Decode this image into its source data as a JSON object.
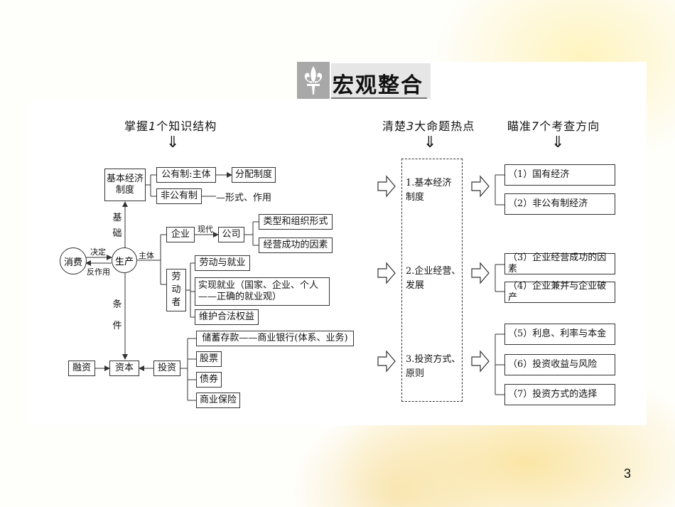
{
  "title": "宏观整合",
  "page_number": "3",
  "headers": {
    "structure": {
      "pre": "掌握",
      "num": "1",
      "post": "个知识结构"
    },
    "hotspots": {
      "pre": "清楚",
      "num": "3",
      "post": "大命题热点"
    },
    "directions": {
      "pre": "瞄准",
      "num": "7",
      "post": "个考查方向"
    },
    "down_arrow": "⇓"
  },
  "map": {
    "basic_system": "基本经济\n制度",
    "public": "公有制:主体",
    "distribution": "分配制度",
    "non_public": "非公有制",
    "forms_roles": "形式、作用",
    "consumption": "消费",
    "production": "生产",
    "decides": "决定",
    "reacts": "反作用",
    "basis": [
      "基",
      "础"
    ],
    "main_body": "主体",
    "condition": [
      "条",
      "件"
    ],
    "enterprise": "企业",
    "modern": "现代",
    "company": "公司",
    "types_forms": "类型和组织形式",
    "success_factors": "经营成功的因素",
    "laborer": [
      "劳",
      "动",
      "者"
    ],
    "labor_employment": "劳动与就业",
    "realize_employment": "实现就业（国家、企业、个人\n——正确的就业观）",
    "protect_rights": "维护合法权益",
    "financing": "融资",
    "capital": "资本",
    "investment": "投资",
    "savings": "储蓄存款——商业银行(体系、业务)",
    "stocks": "股票",
    "bonds": "债券",
    "insurance": "商业保险"
  },
  "hotspots": [
    "1.基本经济\n制度",
    "2.企业经营、\n发展",
    "3.投资方式、\n原则"
  ],
  "directions": [
    "（1）国有经济",
    "（2）非公有制经济",
    "（3）企业经营成功的因素",
    "（4）企业兼并与企业破产",
    "（5）利息、利率与本金",
    "（6）投资收益与风险",
    "（7）投资方式的选择"
  ]
}
